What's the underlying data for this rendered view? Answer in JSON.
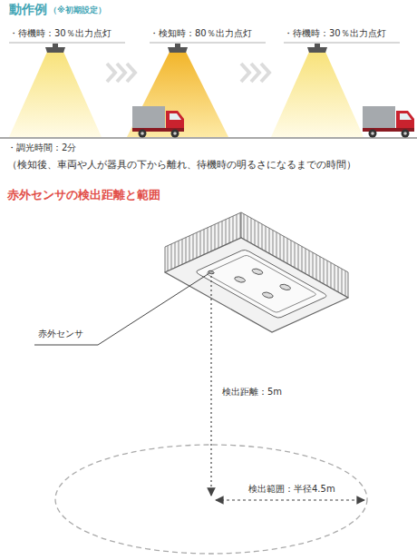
{
  "diagram": {
    "title": "動作例",
    "labels": [
      "（※初期設定）",
      "・待機時：30％出力点灯",
      "・検知時：80％出力点灯",
      "・待機時：30％出力点灯",
      "・調光時間：2分",
      "（検知後、車両や人が器具の下から離れ、待機時の明るさになるまでの時間）",
      "赤外センサの検出距離と範囲",
      "赤外センサ",
      "検出距離：5m",
      "検出範囲：半径4.5m"
    ]
  }
}
